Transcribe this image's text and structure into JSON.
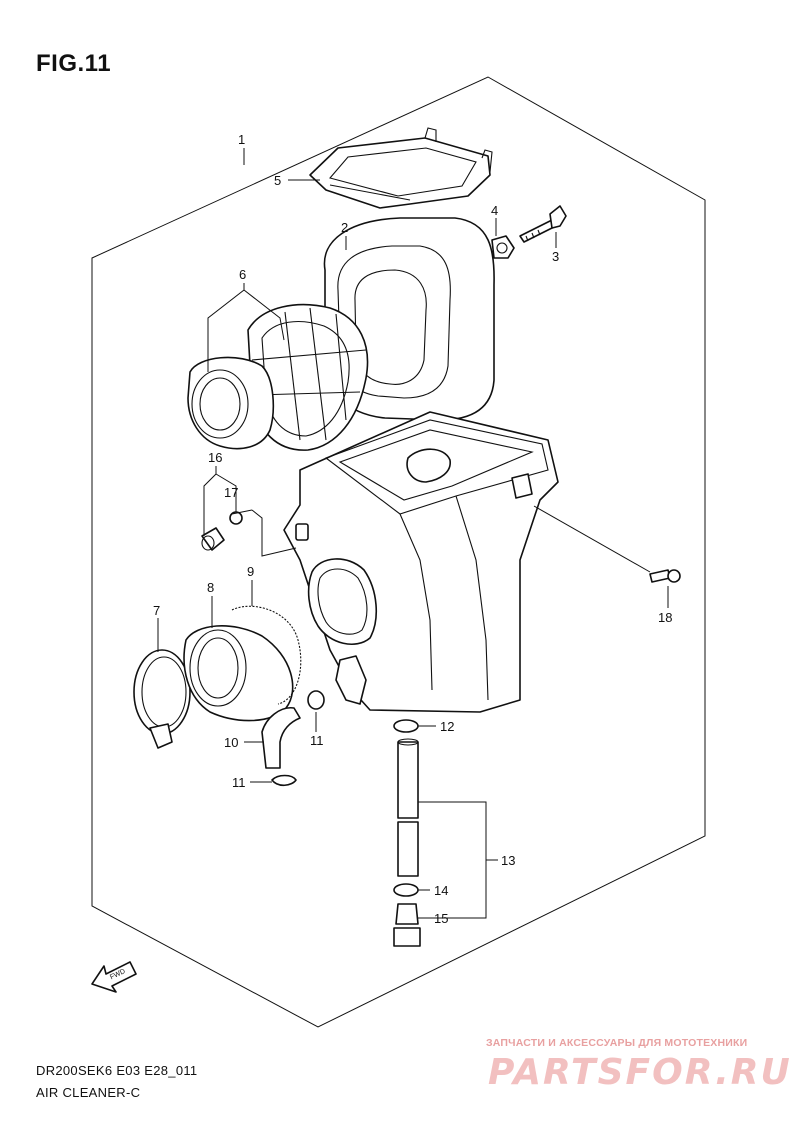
{
  "figure": {
    "title": "FIG.11"
  },
  "callouts": {
    "p1": "1",
    "p2": "2",
    "p3": "3",
    "p4": "4",
    "p5": "5",
    "p6": "6",
    "p7": "7",
    "p8": "8",
    "p9": "9",
    "p10": "10",
    "p11a": "11",
    "p11b": "11",
    "p12": "12",
    "p13": "13",
    "p14": "14",
    "p15": "15",
    "p16": "16",
    "p17": "17",
    "p18": "18"
  },
  "direction_marker": "FWD",
  "footer": {
    "code": "DR200SEK6 E03 E28_011",
    "name": "AIR CLEANER-C"
  },
  "watermark": {
    "text": "ЗАПЧАСТИ И АКСЕССУАРЫ ДЛЯ МОТОТЕХНИКИ",
    "logo": "PARTSFOR.RU"
  },
  "colors": {
    "ink": "#111111",
    "watermark": "#e8a0a0"
  }
}
